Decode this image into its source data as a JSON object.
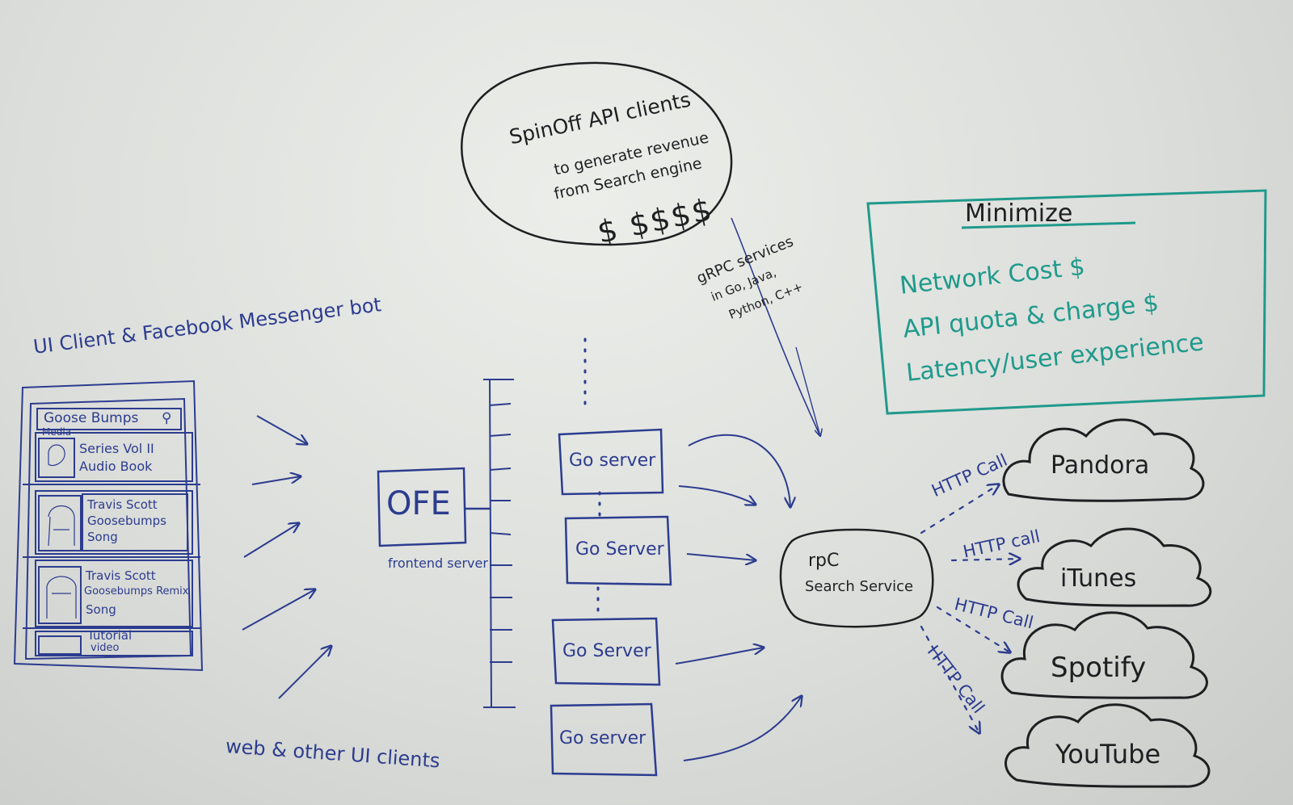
{
  "bubble": {
    "line1": "SpinOff API clients",
    "line2": "to generate revenue",
    "line3": "from Search engine",
    "money": "$ $$$$"
  },
  "grpc_note": {
    "line1": "gRPC services",
    "line2": "in Go, Java,",
    "line3": "Python, C++"
  },
  "minimize": {
    "title": "Minimize",
    "items": [
      "Network Cost $",
      "API quota & charge $",
      "Latency/user experience"
    ]
  },
  "ui_client": {
    "title": "UI Client & Facebook Messenger bot",
    "search_value": "Goose Bumps",
    "media_label": "Media",
    "items": [
      {
        "line1": "Series Vol II",
        "line2": "Audio Book",
        "line3": ""
      },
      {
        "line1": "Travis Scott",
        "line2": "Goosebumps",
        "line3": "Song"
      },
      {
        "line1": "Travis Scott",
        "line2": "Goosebumps Remix",
        "line3": "Song"
      },
      {
        "line1": "Tutorial",
        "line2": "video",
        "line3": ""
      }
    ]
  },
  "web_clients_label": "web & other UI clients",
  "ofe": {
    "label": "OFE",
    "caption": "frontend server"
  },
  "go_servers": [
    "Go server",
    "Go Server",
    "Go Server",
    "Go server"
  ],
  "rpc": {
    "line1": "rpC",
    "line2": "Search Service"
  },
  "providers": [
    "Pandora",
    "iTunes",
    "Spotify",
    "YouTube"
  ],
  "http_labels": [
    "HTTP Call",
    "HTTP call",
    "HTTP Call",
    "HTTP Call"
  ],
  "colors": {
    "blue_ink": "#2c3c8f",
    "black_ink": "#1f1f22",
    "teal_ink": "#1f9a8c",
    "board": "#dcdedb"
  }
}
